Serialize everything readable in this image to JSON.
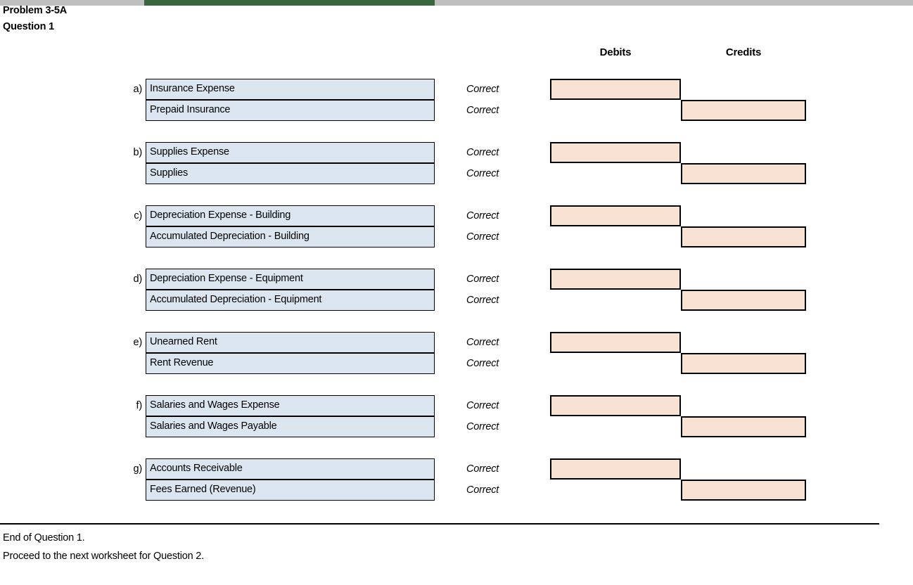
{
  "window": {
    "chrome_strip_color": "#bfbfbf",
    "active_tab_color": "#38663f"
  },
  "title": {
    "problem": "Problem 3-5A",
    "question": "Question 1"
  },
  "columns": {
    "debits_label": "Debits",
    "credits_label": "Credits"
  },
  "colors": {
    "account_fill": "#dce6f1",
    "amount_fill": "#f7e2d3",
    "border": "#000000"
  },
  "entries": [
    {
      "letter": "a)",
      "rows": [
        {
          "account": "Insurance Expense",
          "status": "Correct",
          "side": "debit"
        },
        {
          "account": "Prepaid Insurance",
          "status": "Correct",
          "side": "credit"
        }
      ]
    },
    {
      "letter": "b)",
      "rows": [
        {
          "account": "Supplies Expense",
          "status": "Correct",
          "side": "debit"
        },
        {
          "account": "Supplies",
          "status": "Correct",
          "side": "credit"
        }
      ]
    },
    {
      "letter": "c)",
      "rows": [
        {
          "account": "Depreciation Expense - Building",
          "status": "Correct",
          "side": "debit"
        },
        {
          "account": "Accumulated Depreciation - Building",
          "status": "Correct",
          "side": "credit"
        }
      ]
    },
    {
      "letter": "d)",
      "rows": [
        {
          "account": "Depreciation Expense - Equipment",
          "status": "Correct",
          "side": "debit"
        },
        {
          "account": "Accumulated Depreciation - Equipment",
          "status": "Correct",
          "side": "credit"
        }
      ]
    },
    {
      "letter": "e)",
      "rows": [
        {
          "account": "Unearned Rent",
          "status": "Correct",
          "side": "debit"
        },
        {
          "account": "Rent Revenue",
          "status": "Correct",
          "side": "credit"
        }
      ]
    },
    {
      "letter": "f)",
      "rows": [
        {
          "account": "Salaries and Wages Expense",
          "status": "Correct",
          "side": "debit"
        },
        {
          "account": "Salaries and Wages Payable",
          "status": "Correct",
          "side": "credit"
        }
      ]
    },
    {
      "letter": "g)",
      "rows": [
        {
          "account": "Accounts Receivable",
          "status": "Correct",
          "side": "debit"
        },
        {
          "account": "Fees Earned (Revenue)",
          "status": "Correct",
          "side": "credit"
        }
      ]
    }
  ],
  "footer": {
    "line1": "End of Question 1.",
    "line2": "Proceed to the next worksheet for Question 2."
  }
}
